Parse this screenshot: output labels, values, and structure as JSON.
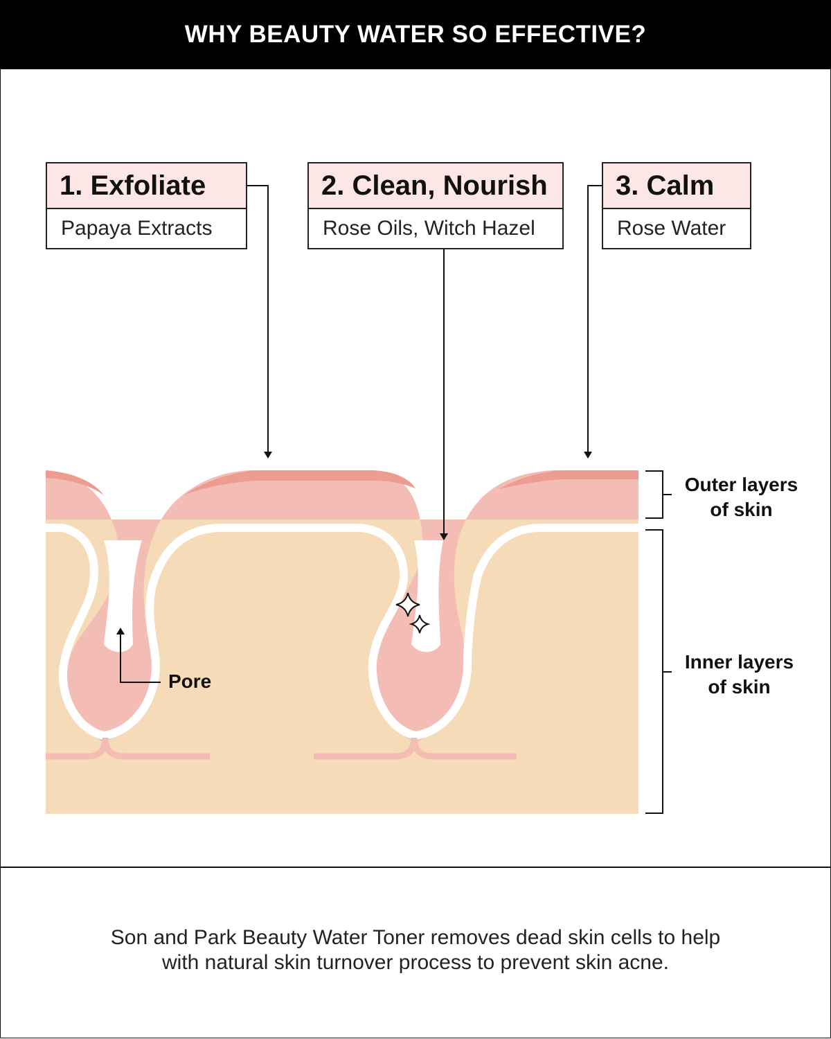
{
  "header": {
    "title": "WHY BEAUTY WATER SO EFFECTIVE?"
  },
  "steps": [
    {
      "title": "1. Exfoliate",
      "ingredient": "Papaya Extracts"
    },
    {
      "title": "2. Clean, Nourish",
      "ingredient": "Rose Oils, Witch Hazel"
    },
    {
      "title": "3. Calm",
      "ingredient": "Rose Water"
    }
  ],
  "labels": {
    "pore": "Pore",
    "outer_line1": "Outer layers",
    "outer_line2": "of skin",
    "inner_line1": "Inner layers",
    "inner_line2": "of skin"
  },
  "footer": {
    "line1": "Son and Park Beauty Water Toner removes dead skin cells to help",
    "line2": "with natural skin turnover process to prevent skin acne."
  },
  "colors": {
    "inner_skin": "#f5dbb7",
    "outer_skin": "#f3bcb4",
    "top_layer": "#ec9c91",
    "title_bg": "#fde6e6"
  },
  "icons": [
    "sparkle-icon",
    "arrow-down-icon",
    "arrow-up-icon"
  ]
}
